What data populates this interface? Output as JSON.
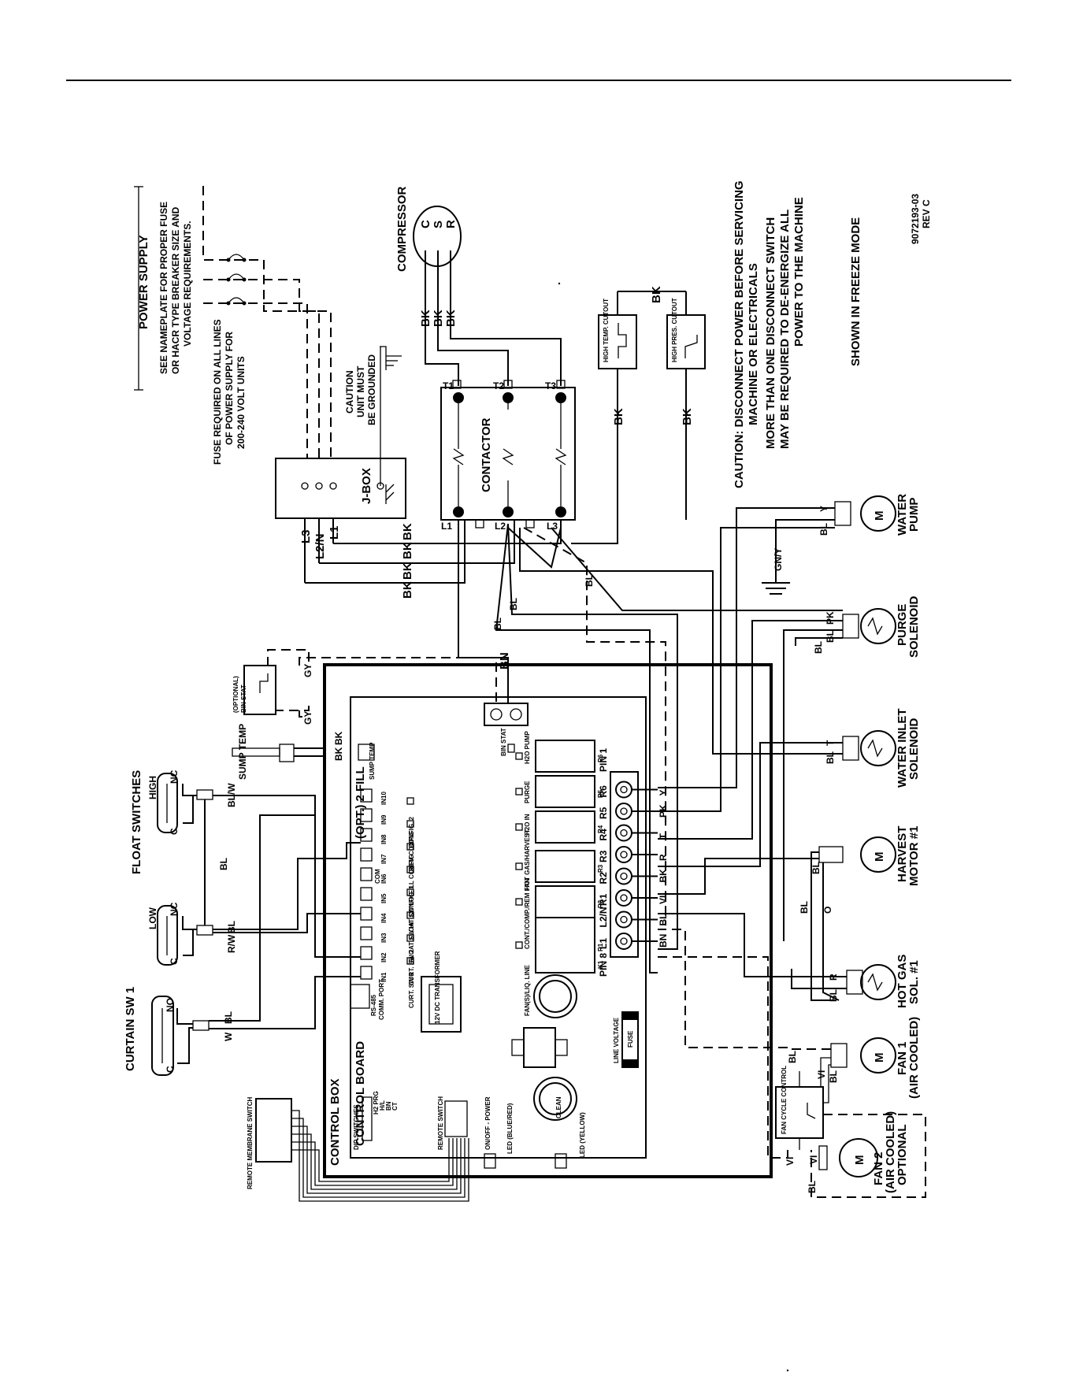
{
  "power_supply": {
    "title": "POWER SUPPLY",
    "note_lines": [
      "SEE NAMEPLATE FOR PROPER FUSE",
      "OR HACR TYPE BREAKER SIZE AND",
      "VOLTAGE REQUIREMENTS."
    ],
    "fuse_note_lines": [
      "FUSE REQUIRED ON ALL LINES",
      "OF POWER SUPPLY FOR",
      "200-240 VOLT UNITS"
    ]
  },
  "caution_ground": [
    "CAUTION",
    "UNIT MUST",
    "BE GROUNDED"
  ],
  "jbox": {
    "label": "J-BOX",
    "terminals": [
      "L3",
      "L2/N",
      "L1"
    ]
  },
  "compressor": {
    "label": "COMPRESSOR",
    "terminals": [
      "C",
      "S",
      "R"
    ]
  },
  "contactor": {
    "label": "CONTACTOR",
    "top_terminals": [
      "T1",
      "T2",
      "T3"
    ],
    "bottom_terminals": [
      "L1",
      "L2",
      "L3"
    ]
  },
  "high_temp_cutout": "HIGH TEMP. CUTOUT",
  "high_pres_cutout": "HIGH PRES. CUTOUT",
  "caution_service": [
    "CAUTION: DISCONNECT POWER BEFORE SERVICING",
    "MACHINE OR ELECTRICALS",
    "MORE THAN ONE DISCONNECT SWITCH",
    "MAY BE REQUIRED TO DE-ENERGIZE ALL",
    "POWER TO THE MACHINE"
  ],
  "mode_note": "SHOWN IN FREEZE MODE",
  "drawing_number": [
    "9072193-03",
    "REV C"
  ],
  "loads": {
    "water_pump": [
      "WATER",
      "PUMP"
    ],
    "purge_solenoid": [
      "PURGE",
      "SOLENOID"
    ],
    "water_inlet_solenoid": [
      "WATER INLET",
      "SOLENOID"
    ],
    "harvest_motor": [
      "HARVEST",
      "MOTOR #1"
    ],
    "hot_gas_sol": [
      "HOT GAS",
      "SOL. #1"
    ],
    "fan1": [
      "FAN 1",
      "(AIR COOLED)"
    ],
    "fan2": [
      "FAN 2",
      "(AIR COOLED)",
      "OPTIONAL"
    ],
    "fan_cycle_control": "FAN CYCLE CONTROL",
    "motor_symbol": "M"
  },
  "wire_colors": {
    "bk": "BK",
    "bl": "BL",
    "bn": "BN",
    "y": "Y",
    "pk": "PK",
    "t": "T",
    "r": "R",
    "vi": "VI",
    "o": "O",
    "gny": "GN/Y",
    "gy": "GY",
    "w": "W",
    "blw": "BL/W",
    "rw": "R/W"
  },
  "control_box": {
    "label": "CONTROL BOX",
    "board_label": "CONTROL BOARD"
  },
  "inputs": [
    "IN1",
    "IN2",
    "IN3",
    "IN4",
    "IN5",
    "IN6",
    "IN7",
    "IN8",
    "IN9",
    "IN10"
  ],
  "opt_fill": "(OPT.) 2 FILL",
  "com_label": "COM",
  "input_leds": [
    "CURT. SW 1",
    "CURT. SW 2",
    "FLOAT SW HI",
    "FLOAT SW LO",
    "CONFIG. 1",
    "FILL CONFIG",
    "REM CONFIG",
    "CONFIG. 2"
  ],
  "relays": [
    "R1",
    "R2",
    "R3",
    "R4",
    "R5",
    "R6"
  ],
  "relay_labels": [
    "FAN(S)/LIQ. LINE",
    "CONT./COMP./REM FAN",
    "HOT GAS/HARVEST",
    "H2O IN",
    "PURGE",
    "H2O PUMP"
  ],
  "relay_k_label": "K1",
  "relay_r_labels": [
    "R1",
    "R2",
    "R3",
    "R4",
    "R5",
    "R6"
  ],
  "output_pins": [
    "L1",
    "L2/N",
    "R1",
    "R2",
    "R3",
    "R4",
    "R5",
    "R6"
  ],
  "pin_labels": [
    "PIN 1",
    "PIN 8"
  ],
  "output_wires": [
    "BN",
    "BL",
    "VI",
    "BK",
    "R",
    "T",
    "PK",
    "Y"
  ],
  "bin_stat_led": "BIN STAT",
  "transformer": "12V DC TRANSFORMER",
  "rs485": [
    "RS-485",
    "COMM. PORT"
  ],
  "dip_switches": "DIP SWITCHES",
  "dip_labels": [
    "H2 PRG",
    "H/L",
    "BN",
    "CT"
  ],
  "remote_switch": "REMOTE SWITCH",
  "remote_membrane": "REMOTE MEMBRANE SWITCH",
  "on_off": "ON/OFF - POWER",
  "clean": "CLEAN",
  "led_blue": "LED (BLUE/RED)",
  "led_yellow": "LED (YELLOW)",
  "line_voltage": "LINE VOLTAGE",
  "fuse_label": "FUSE",
  "sump_temp": "SUMP TEMP",
  "bin_stat": [
    "(OPTIONAL)",
    "BIN STAT"
  ],
  "float_switches": {
    "title": "FLOAT SWITCHES",
    "high": "HIGH",
    "low": "LOW"
  },
  "curtain_sw": "CURTAIN SW 1",
  "switch_contacts": {
    "c": "C",
    "nc": "NC",
    "no": "NO"
  }
}
